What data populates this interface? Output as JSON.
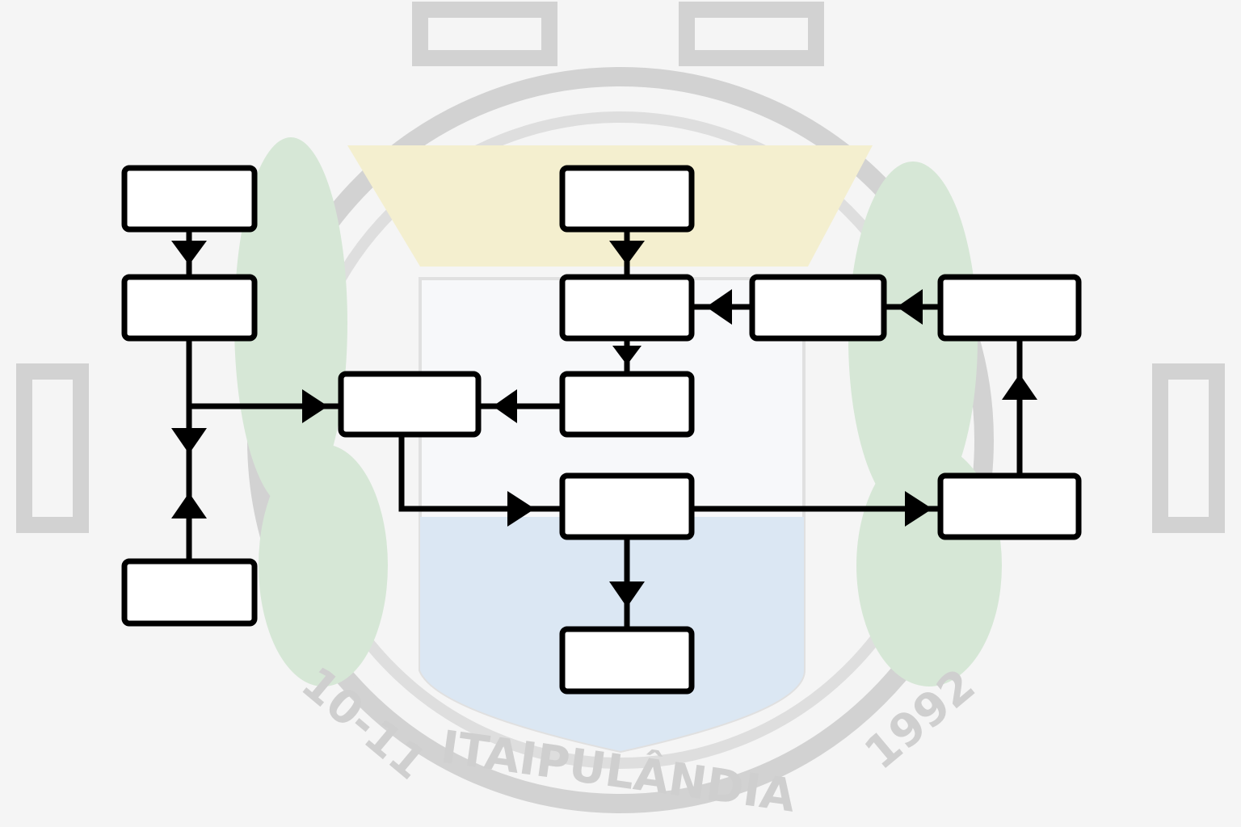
{
  "watermark": {
    "left_date": "10-11",
    "name": "ITAIPULÂNDIA",
    "year": "1992",
    "colors": {
      "gear": "#d4d4d4",
      "leaf": "#cfe3cf",
      "crown": "#f3ecc4",
      "water": "#d8e6f4"
    }
  },
  "diagram": {
    "box_fill": "#ffffff",
    "stroke": "#000000",
    "nodes": [
      "n1",
      "n2",
      "n3",
      "n4",
      "n5",
      "n6",
      "n7",
      "n8",
      "n9",
      "n10",
      "n11",
      "n12"
    ],
    "edges": [
      {
        "from": "n1",
        "to": "n2"
      },
      {
        "from": "n2",
        "to": "n4"
      },
      {
        "from": "n2",
        "to": "n3"
      },
      {
        "from": "n3",
        "to": "n2"
      },
      {
        "from": "n5",
        "to": "n6"
      },
      {
        "from": "n6",
        "to": "n7"
      },
      {
        "from": "n7",
        "to": "n4"
      },
      {
        "from": "n8",
        "to": "n6"
      },
      {
        "from": "n9",
        "to": "n8"
      },
      {
        "from": "n4",
        "to": "n10"
      },
      {
        "from": "n10",
        "to": "n12"
      },
      {
        "from": "n12",
        "to": "n9"
      },
      {
        "from": "n10",
        "to": "n11"
      }
    ]
  }
}
